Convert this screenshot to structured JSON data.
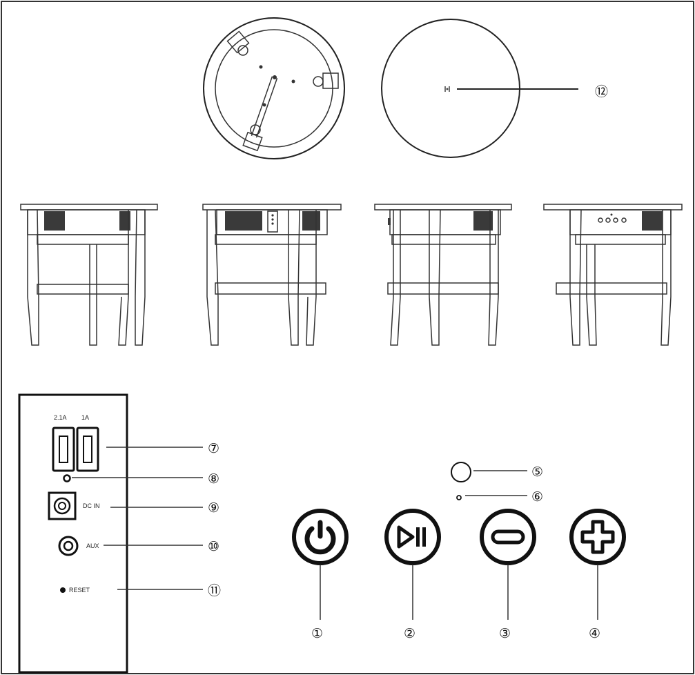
{
  "colors": {
    "line": "#222222",
    "background": "#ffffff",
    "speaker_grille": "#3a3a3a"
  },
  "views": {
    "top_bottom": [
      "bottom-view",
      "top-view"
    ],
    "sides": [
      "front-view",
      "right-view",
      "back-view",
      "left-view"
    ]
  },
  "port_panel": {
    "usb_labels": [
      "2.1A",
      "1A"
    ],
    "dc_label": "DC IN",
    "aux_label": "AUX",
    "reset_label": "RESET"
  },
  "callouts": {
    "c1": "①",
    "c2": "②",
    "c3": "③",
    "c4": "④",
    "c5": "⑤",
    "c6": "⑥",
    "c7": "⑦",
    "c8": "⑧",
    "c9": "⑨",
    "c10": "⑩",
    "c11": "⑪",
    "c12": "⑫"
  },
  "buttons": [
    {
      "icon": "power-icon"
    },
    {
      "icon": "play-pause-icon"
    },
    {
      "icon": "minus-icon"
    },
    {
      "icon": "plus-icon"
    }
  ]
}
